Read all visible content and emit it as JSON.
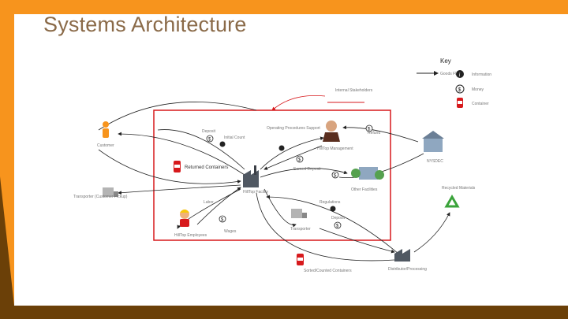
{
  "title": "Systems Architecture",
  "key": {
    "title": "Key",
    "items": [
      {
        "icon": "arrow-icon",
        "label": "Goods Flow"
      },
      {
        "icon": "info-icon",
        "label": "Information"
      },
      {
        "icon": "dollar-icon",
        "label": "Money"
      },
      {
        "icon": "can-icon",
        "label": "Container"
      }
    ]
  },
  "nodes": {
    "internal_stakeholders": "Internal Stakeholders",
    "customer": "Customer",
    "management": "HillTop Management",
    "facility": "HillTop Facility",
    "employees": "HillTop Employees",
    "transporter_customer": "Transporter (Customer Pickup)",
    "transporter": "Transporter",
    "nysdec": "NYSDEC",
    "other_facilities": "Other Facilities",
    "recycled_materials": "Recycled Materials",
    "distributor": "Distributor/Processing",
    "sorted_containers": "Sorted/Counted Containers",
    "returned_containers": "Returned Containers"
  },
  "edges": {
    "deposit": "Deposit",
    "initial_count": "Initial Count",
    "guidance": "Operating Procedures Support",
    "refund": "Refund",
    "earned_deposit": "Earned Deposit",
    "labor": "Labor",
    "wages": "Wages",
    "regulations": "Regulations",
    "deposit2": "Deposit"
  },
  "colors": {
    "accent": "#f7941d",
    "frame": "#d7191c",
    "band": "#6b4008"
  }
}
